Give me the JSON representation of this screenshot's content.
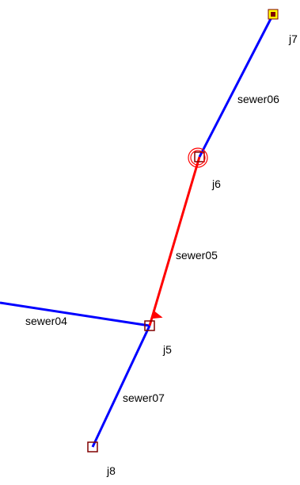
{
  "colors": {
    "background": "#ffffff",
    "conduit_default": "#0000ff",
    "conduit_selected": "#ff0000",
    "node_outline": "#800000",
    "outfall_fill": "#ffff00",
    "outfall_inner": "#800000",
    "label": "#000000"
  },
  "links": [
    {
      "id": "sewer04",
      "label": "sewer04",
      "selected": false
    },
    {
      "id": "sewer05",
      "label": "sewer05",
      "selected": true
    },
    {
      "id": "sewer06",
      "label": "sewer06",
      "selected": false
    },
    {
      "id": "sewer07",
      "label": "sewer07",
      "selected": false
    }
  ],
  "nodes": [
    {
      "id": "j5",
      "label": "j5",
      "type": "junction",
      "highlighted": false
    },
    {
      "id": "j6",
      "label": "j6",
      "type": "junction",
      "highlighted": true
    },
    {
      "id": "j7",
      "label": "j7",
      "type": "outfall",
      "highlighted": false
    },
    {
      "id": "j8",
      "label": "j8",
      "type": "junction",
      "highlighted": false
    }
  ],
  "icons": {
    "node_marker": "square-node-icon",
    "selection_marker": "circle-selection-icon",
    "flow_direction": "arrow-icon"
  }
}
